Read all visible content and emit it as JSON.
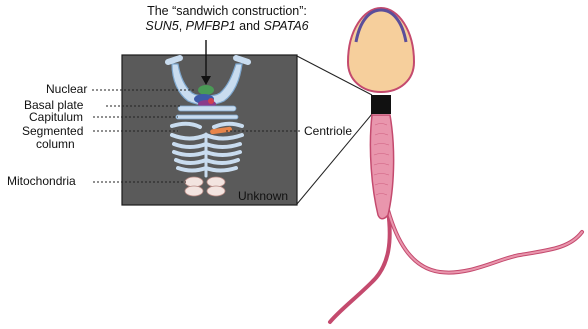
{
  "title": {
    "line1": "The “sandwich construction”:",
    "gene1": "SUN5",
    "sep1": ", ",
    "gene2": "PMFBP1",
    "sep2": " and ",
    "gene3": "SPATA6"
  },
  "labels": {
    "nuclear": "Nuclear",
    "basal_plate": "Basal plate",
    "capitulum": "Capitulum",
    "segmented_line1": "Segmented",
    "segmented_line2": "column",
    "mitochondria": "Mitochondria",
    "centriole": "Centriole",
    "unknown": "Unknown"
  },
  "colors": {
    "panel_bg": "#5a5a5a",
    "panel_border": "#1a1a1a",
    "structure_fill": "#c9dcef",
    "structure_stroke": "#7fa8cf",
    "green_protein": "#4a9a56",
    "blue_protein": "#3d5aa8",
    "purple_protein": "#8a3a8a",
    "red_protein": "#d04050",
    "centriole_orange": "#e8854a",
    "mitochondria_fill": "#f3e4e0",
    "sperm_head": "#f6cf9c",
    "acrosome": "#5b4e9a",
    "sperm_outline": "#c44a6e",
    "tail_fill": "#e996ad",
    "neck_box": "#111111"
  }
}
